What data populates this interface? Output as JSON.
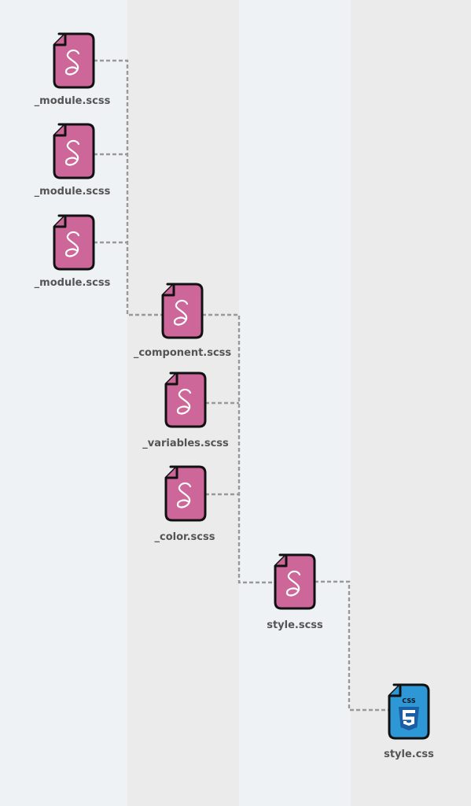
{
  "colors": {
    "column_a": "#eef2f5",
    "column_b": "#ebebeb",
    "sass_pink": "#cd6799",
    "css_blue": "#2e97d6",
    "outline": "#111111",
    "connector": "#999999",
    "label": "#545454"
  },
  "badge": {
    "css_text": "CSS"
  },
  "files": [
    {
      "label": "_module.scss",
      "type": "scss",
      "icon": "sass-file-icon"
    },
    {
      "label": "_module.scss",
      "type": "scss",
      "icon": "sass-file-icon"
    },
    {
      "label": "_module.scss",
      "type": "scss",
      "icon": "sass-file-icon"
    },
    {
      "label": "_component.scss",
      "type": "scss",
      "icon": "sass-file-icon"
    },
    {
      "label": "_variables.scss",
      "type": "scss",
      "icon": "sass-file-icon"
    },
    {
      "label": "_color.scss",
      "type": "scss",
      "icon": "sass-file-icon"
    },
    {
      "label": "style.scss",
      "type": "scss",
      "icon": "sass-file-icon"
    },
    {
      "label": "style.css",
      "type": "css",
      "icon": "css3-file-icon"
    }
  ],
  "connections": [
    {
      "from": 0,
      "to": 3
    },
    {
      "from": 1,
      "to": 3
    },
    {
      "from": 2,
      "to": 3
    },
    {
      "from": 3,
      "to": 6
    },
    {
      "from": 4,
      "to": 6
    },
    {
      "from": 5,
      "to": 6
    },
    {
      "from": 6,
      "to": 7
    }
  ]
}
